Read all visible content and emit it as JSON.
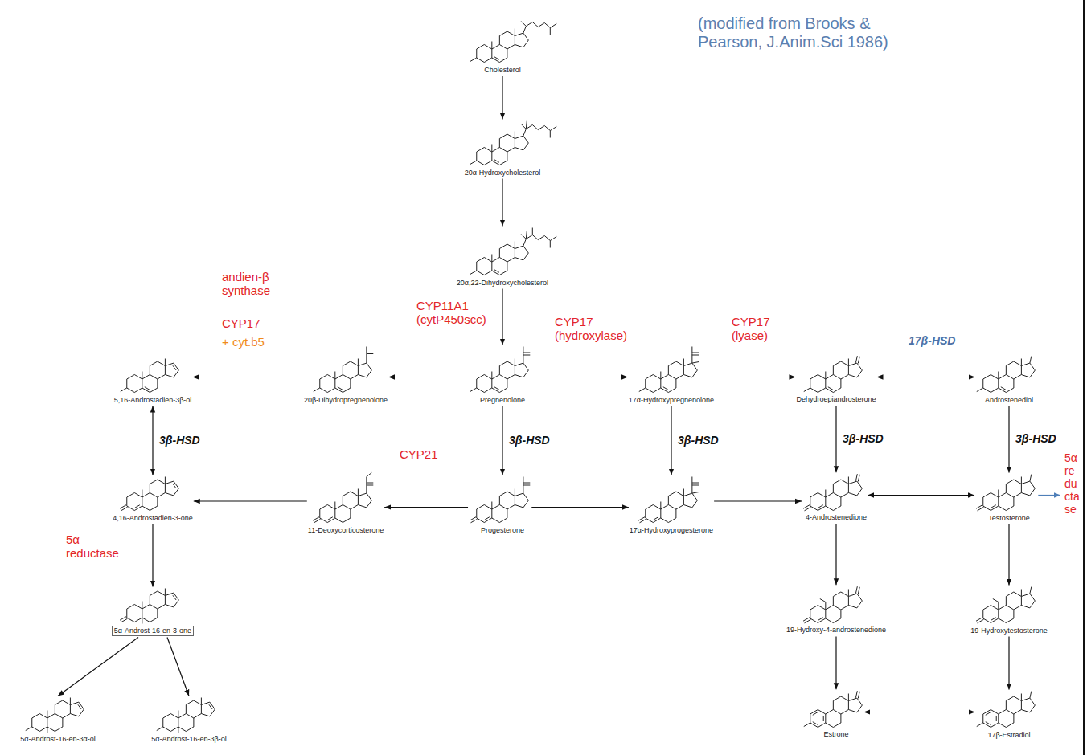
{
  "diagram": {
    "caption": "(modified from Brooks & Pearson, J.Anim.Sci 1986)",
    "nodes": [
      {
        "text": [
          "Cholesterol"
        ]
      },
      {
        "text": [
          "20α-Hydroxycholesterol"
        ]
      },
      {
        "text": [
          "20α,22-Dihydroxycholesterol"
        ]
      },
      {
        "text": [
          "5,16-Androstadien-3β-ol"
        ]
      },
      {
        "text": [
          "20β-Dihydropregnenolone"
        ]
      },
      {
        "text": [
          "Pregnenolone"
        ]
      },
      {
        "text": [
          "17α-Hydroxypregnenolone"
        ]
      },
      {
        "text": [
          "Dehydroepiandrosterone"
        ]
      },
      {
        "text": [
          "Androstenediol"
        ]
      },
      {
        "text": [
          "4,16-Androstadien-3-one"
        ]
      },
      {
        "text": [
          "11-Deoxycorticosterone"
        ]
      },
      {
        "text": [
          "Progesterone"
        ]
      },
      {
        "text": [
          "17α-Hydroxyprogesterone"
        ]
      },
      {
        "text": [
          "4-Androstenedione"
        ]
      },
      {
        "text": [
          "Testosterone"
        ]
      },
      {
        "text": [
          "5α-Androst-16-en-3-one"
        ]
      },
      {
        "text": [
          "19-Hydroxy-4-androstenedione"
        ]
      },
      {
        "text": [
          "19-Hydroxytestosterone"
        ]
      },
      {
        "text": [
          "5α-Androst-16-en-3α-ol"
        ]
      },
      {
        "text": [
          "5α-Androst-16-en-3β-ol"
        ]
      },
      {
        "text": [
          "Estrone"
        ]
      },
      {
        "text": [
          "17β-Estradiol"
        ]
      }
    ],
    "edges": [
      {
        "from": 0,
        "to": 1,
        "arrow": "to"
      },
      {
        "from": 1,
        "to": 2,
        "arrow": "to"
      },
      {
        "from": 2,
        "to": 5,
        "arrow": "to",
        "label": "CYP11A1 (cytP450scc)"
      },
      {
        "from": 5,
        "to": 4,
        "arrow": "to"
      },
      {
        "from": 4,
        "to": 3,
        "arrow": "to",
        "label": "andien-β synthase"
      },
      {
        "from": 5,
        "to": 6,
        "arrow": "to",
        "label": "CYP17 (hydroxylase)"
      },
      {
        "from": 6,
        "to": 7,
        "arrow": "to",
        "label": "CYP17 (lyase)"
      },
      {
        "from": 7,
        "to": 8,
        "arrow": "both",
        "label": "17β-HSD"
      },
      {
        "from": 3,
        "to": 9,
        "arrow": "both",
        "label": "3β-HSD"
      },
      {
        "from": 5,
        "to": 11,
        "arrow": "to",
        "label": "3β-HSD"
      },
      {
        "from": 6,
        "to": 12,
        "arrow": "to",
        "label": "3β-HSD"
      },
      {
        "from": 7,
        "to": 13,
        "arrow": "to",
        "label": "3β-HSD"
      },
      {
        "from": 8,
        "to": 14,
        "arrow": "to",
        "label": "3β-HSD"
      },
      {
        "from": 11,
        "to": 10,
        "arrow": "to",
        "label": "CYP21"
      },
      {
        "from": 10,
        "to": 9,
        "arrow": "to"
      },
      {
        "from": 11,
        "to": 12,
        "arrow": "to"
      },
      {
        "from": 12,
        "to": 13,
        "arrow": "to"
      },
      {
        "from": 13,
        "to": 14,
        "arrow": "both"
      },
      {
        "from": 9,
        "to": 15,
        "arrow": "to",
        "label": "5α reductase"
      },
      {
        "from": 15,
        "to": 18,
        "arrow": "to"
      },
      {
        "from": 15,
        "to": 19,
        "arrow": "to"
      },
      {
        "from": 13,
        "to": 16,
        "arrow": "to"
      },
      {
        "from": 14,
        "to": 17,
        "arrow": "to"
      },
      {
        "from": 16,
        "to": 20,
        "arrow": "to"
      },
      {
        "from": 17,
        "to": 21,
        "arrow": "to"
      },
      {
        "from": 20,
        "to": 21,
        "arrow": "both"
      }
    ],
    "labels": [
      "CYP17",
      "+ cyt.b5",
      "5α reductase"
    ]
  }
}
